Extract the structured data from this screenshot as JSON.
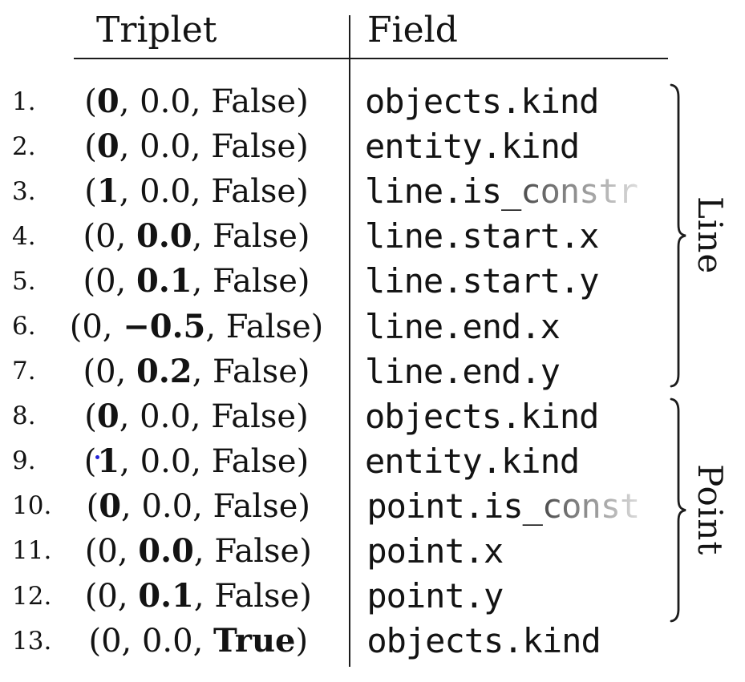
{
  "header": {
    "triplet": "Triplet",
    "field": "Field"
  },
  "rows": [
    {
      "num": "1.",
      "parts": [
        "0",
        "0.0",
        "False"
      ],
      "bold": 0,
      "field": "objects.kind",
      "fade": ""
    },
    {
      "num": "2.",
      "parts": [
        "0",
        "0.0",
        "False"
      ],
      "bold": 0,
      "field": "entity.kind",
      "fade": ""
    },
    {
      "num": "3.",
      "parts": [
        "1",
        "0.0",
        "False"
      ],
      "bold": 0,
      "field": "line.is_",
      "fade": "constr"
    },
    {
      "num": "4.",
      "parts": [
        "0",
        "0.0",
        "False"
      ],
      "bold": 1,
      "field": "line.start.x",
      "fade": ""
    },
    {
      "num": "5.",
      "parts": [
        "0",
        "0.1",
        "False"
      ],
      "bold": 1,
      "field": "line.start.y",
      "fade": ""
    },
    {
      "num": "6.",
      "parts": [
        "0",
        "−0.5",
        "False"
      ],
      "bold": 1,
      "field": "line.end.x",
      "fade": ""
    },
    {
      "num": "7.",
      "parts": [
        "0",
        "0.2",
        "False"
      ],
      "bold": 1,
      "field": "line.end.y",
      "fade": ""
    },
    {
      "num": "8.",
      "parts": [
        "0",
        "0.0",
        "False"
      ],
      "bold": 0,
      "field": "objects.kind",
      "fade": ""
    },
    {
      "num": "9.",
      "parts": [
        "1",
        "0.0",
        "False"
      ],
      "bold": 0,
      "field": "entity.kind",
      "fade": "",
      "dot": true
    },
    {
      "num": "10.",
      "parts": [
        "0",
        "0.0",
        "False"
      ],
      "bold": 0,
      "field": "point.is_",
      "fade": "const"
    },
    {
      "num": "11.",
      "parts": [
        "0",
        "0.0",
        "False"
      ],
      "bold": 1,
      "field": "point.x",
      "fade": ""
    },
    {
      "num": "12.",
      "parts": [
        "0",
        "0.1",
        "False"
      ],
      "bold": 1,
      "field": "point.y",
      "fade": ""
    },
    {
      "num": "13.",
      "parts": [
        "0",
        "0.0",
        "True"
      ],
      "bold": 2,
      "field": "objects.kind",
      "fade": ""
    }
  ],
  "groups": [
    {
      "label": "Line"
    },
    {
      "label": "Point"
    }
  ],
  "colors": {
    "text": "#131313",
    "rule": "#1c1c1c",
    "fade_start": "#4b4b4b",
    "fade_end": "#dcdcdc",
    "marker_dot": "#2323d6"
  }
}
